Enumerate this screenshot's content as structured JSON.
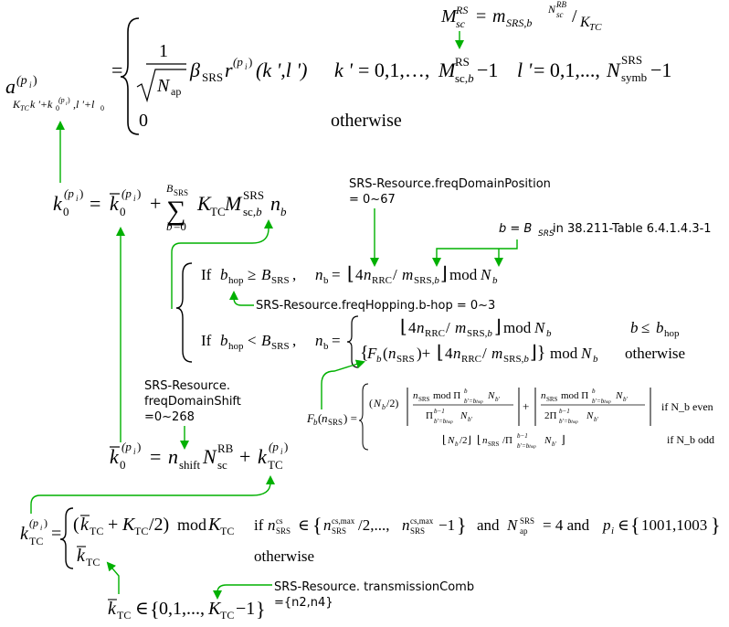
{
  "colors": {
    "arrow": "#00b000",
    "text": "#000000",
    "background": "#ffffff"
  },
  "annotations": {
    "freq_domain_position_line1": "SRS-Resource.freqDomainPosition",
    "freq_domain_position_line2": "= 0~67",
    "b_equals_prefix": "b = B",
    "b_equals_sub": "SRS",
    "b_equals_suffix": " in 38.211-Table 6.4.1.4.3-1",
    "freq_hopping": "SRS-Resource.freqHopping.b-hop = 0~3",
    "freq_domain_shift_line1": "SRS-Resource.",
    "freq_domain_shift_line2": "freqDomainShift",
    "freq_domain_shift_line3": "=0~268",
    "transmission_comb_line1": "SRS-Resource. transmissionComb",
    "transmission_comb_line2": "={n2,n4}"
  },
  "equations": {
    "msc_definition": "M_sc^RS = m_SRS,b N_sc^RB / K_TC",
    "a_case_main": "1/sqrt(N_ap) β_SRS r^(p_i)(k',l')   k' = 0,1,...,M_sc,b^RS − 1   l' = 0,1,...,N_symb^SRS − 1",
    "a_otherwise_value": "0",
    "otherwise_word": "otherwise",
    "k0_equation": "k_0^(p_i) = k̄_0^(p_i) + Σ_{b=0}^{B_SRS} K_TC M_sc,b^SRS n_b",
    "nb_hop_ge_if": "If",
    "nb_hop_lt_if": "If",
    "nb_case_b_cond": "b ≤ b_hop",
    "nb_case_otherwise": "otherwise",
    "mod": "mod",
    "kbar0_equation": "k̄_0^(p_i) = n_shift N_sc^RB + k_TC^(p_i)",
    "fb_if_even": "if N_b even",
    "fb_if_odd": "if N_b odd",
    "ktc_condition": "if n_SRS^cs ∈ {n_SRS^cs,max/2,...,n_SRS^cs,max − 1} and N_ap^SRS = 4 and p_i ∈ {1001,1003}",
    "ktc_otherwise": "otherwise",
    "kbar_tc_set": "k̄_TC ∈ {0,1,...,K_TC − 1}"
  }
}
